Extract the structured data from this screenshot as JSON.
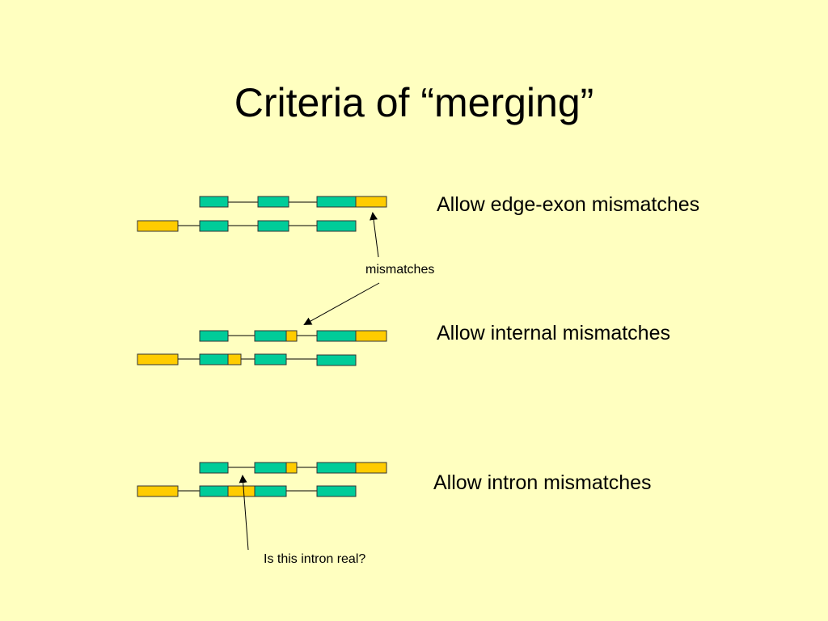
{
  "slide": {
    "title": "Criteria of “merging”",
    "captions": {
      "edge": "Allow edge-exon mismatches",
      "internal": "Allow internal mismatches",
      "intron": "Allow intron mismatches"
    },
    "annotations": {
      "mismatches": "mismatches",
      "intron_question": "Is this intron real?"
    }
  },
  "colors": {
    "background": "#FFFFC0",
    "exon": "#00CC99",
    "mismatch": "#FFCC00",
    "outline": "#333333",
    "line": "#000000"
  }
}
